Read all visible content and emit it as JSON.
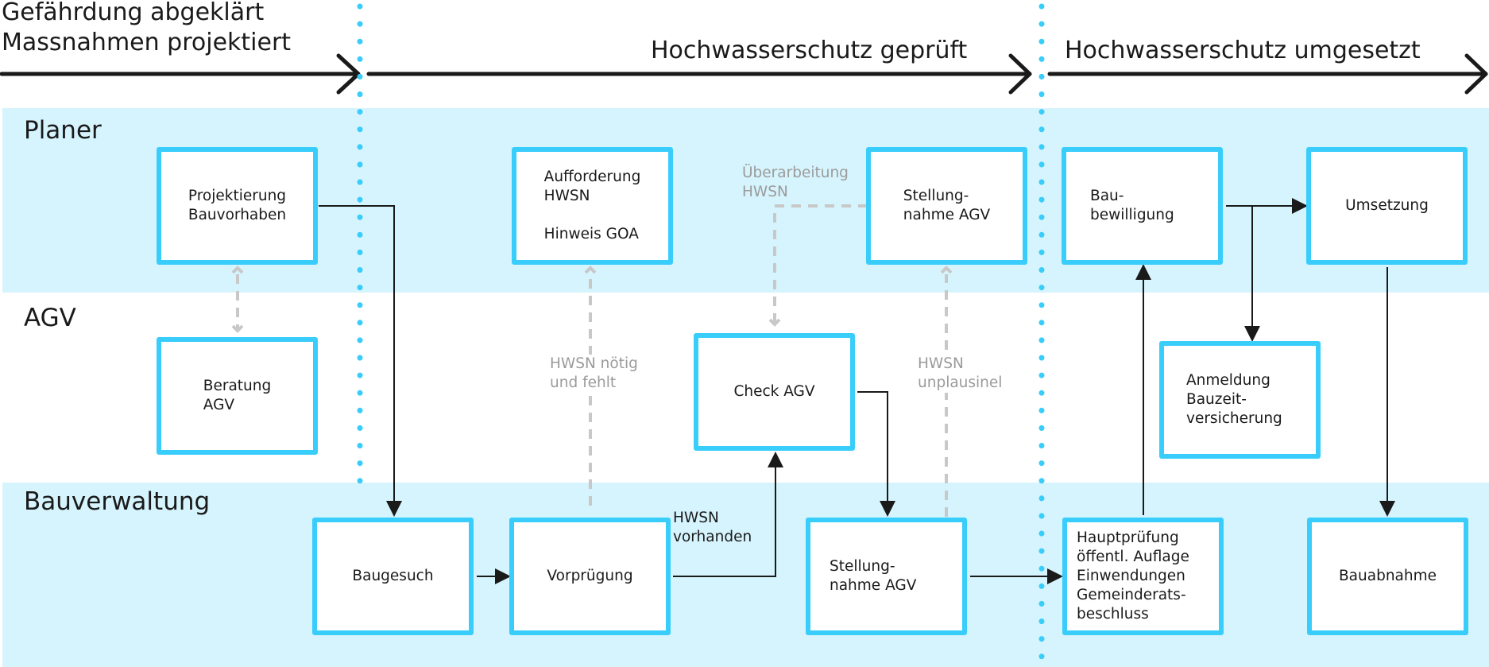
{
  "phases": [
    {
      "label": "Gefährdung abgeklärt\nMassnahmen projektiert"
    },
    {
      "label": "Hochwasserschutz geprüft"
    },
    {
      "label": "Hochwasserschutz umgesetzt"
    }
  ],
  "lanes": [
    {
      "label": "Planer"
    },
    {
      "label": "AGV"
    },
    {
      "label": "Bauverwaltung"
    }
  ],
  "boxes": {
    "projektierung": "Projektierung\nBauvorhaben",
    "beratung": "Beratung\nAGV",
    "aufforderung": "Aufforderung\nHWSN\n\nHinweis GOA",
    "stellungnahme_planer": "Stellung-\nnahme AGV",
    "baubewilligung": "Bau-\nbewilligung",
    "umsetzung": "Umsetzung",
    "check_agv": "Check AGV",
    "anmeldung": "Anmeldung\nBauzeit-\nversicherung",
    "baugesuch": "Baugesuch",
    "vorpruefung": "Vorprügung",
    "stellungnahme_bv": "Stellung-\nnahme AGV",
    "hauptpruefung": "Hauptprüfung\nöffentl. Auflage\nEinwendungen\nGemeinderats-\nbeschluss",
    "bauabnahme": "Bauabnahme"
  },
  "notes": {
    "ueberarbeitung": "Überarbeitung\nHWSN",
    "hwsn_noetig": "HWSN nötig\nund fehlt",
    "hwsn_unplausibel": "HWSN\nunplausinel",
    "hwsn_vorhanden": "HWSN\nvorhanden"
  },
  "colors": {
    "lane_fill": "#d6f4fd",
    "box_border": "#39cdfc",
    "phase_divider": "#39cdfc",
    "flow_arrow": "#1a1a1a",
    "conditional_arrow": "#c8c8c8",
    "conditional_text": "#9b9b9b"
  }
}
